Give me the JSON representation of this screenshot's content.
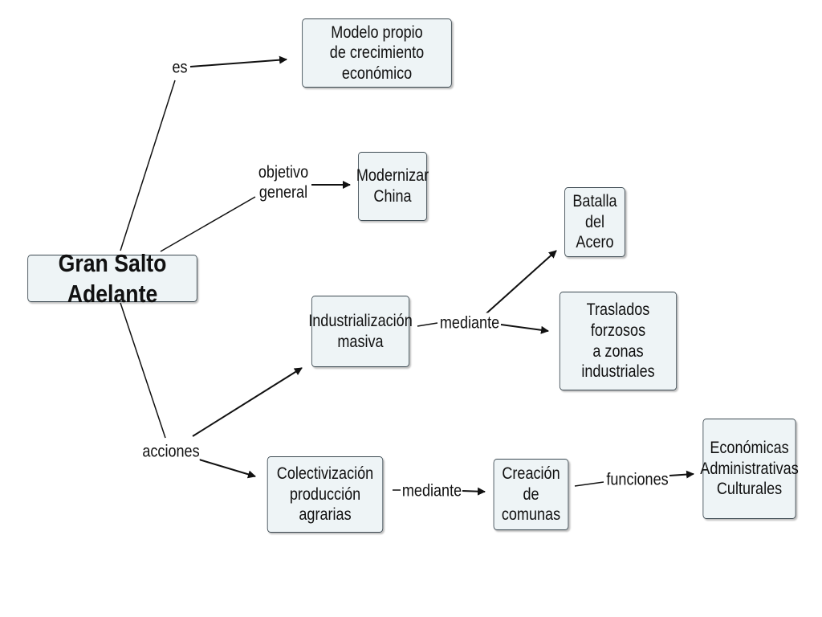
{
  "diagram": {
    "line_color": "#111111",
    "node_fill": "#eef4f6",
    "node_border": "#3d4a52",
    "root": {
      "text": "Gran Salto Adelante"
    },
    "nodes": {
      "modelo": {
        "text": "Modelo propio\nde crecimiento económico"
      },
      "modernizar": {
        "text": "Modernizar\nChina"
      },
      "batalla": {
        "text": "Batalla\ndel Acero"
      },
      "traslados": {
        "text": "Traslados\nforzosos\na zonas industriales"
      },
      "industrializacion": {
        "text": "Industrialización\nmasiva"
      },
      "colectivizacion": {
        "text": "Colectivización\nproducción agrarias"
      },
      "creacion": {
        "text": "Creación\nde comunas"
      },
      "funciones_list": {
        "text": "Económicas\nAdministrativas\nCulturales"
      }
    },
    "linking_phrases": {
      "es": "es",
      "objetivo": "objetivo\ngeneral",
      "acciones": "acciones",
      "mediante1": "mediante",
      "mediante2": "mediante",
      "funciones": "funciones"
    }
  }
}
